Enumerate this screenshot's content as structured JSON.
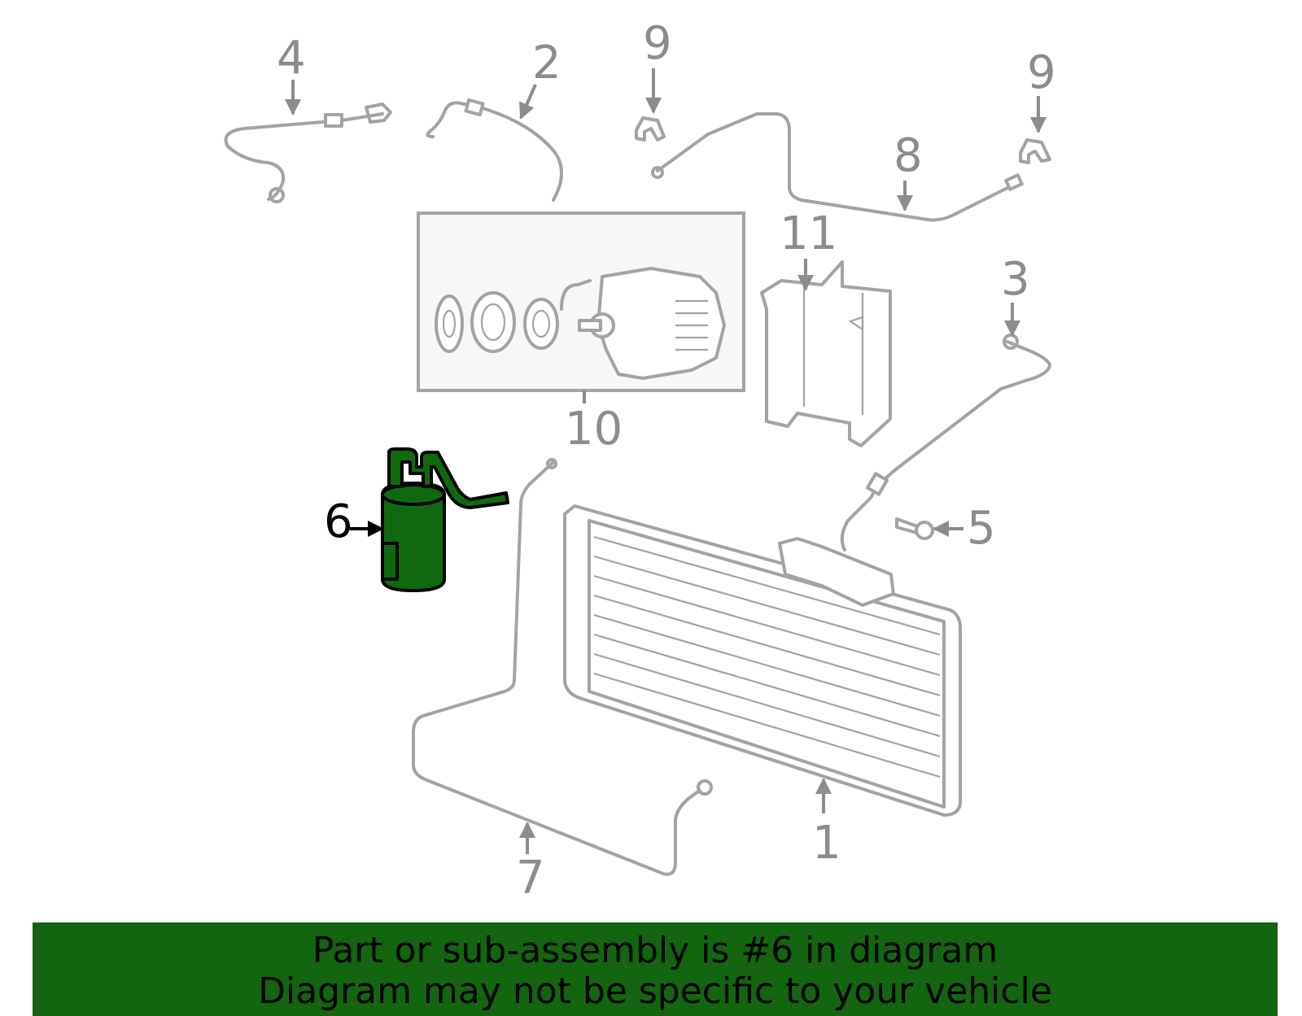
{
  "callouts": [
    {
      "id": "1",
      "label": "1"
    },
    {
      "id": "2",
      "label": "2"
    },
    {
      "id": "3",
      "label": "3"
    },
    {
      "id": "4",
      "label": "4"
    },
    {
      "id": "5",
      "label": "5"
    },
    {
      "id": "6",
      "label": "6"
    },
    {
      "id": "7",
      "label": "7"
    },
    {
      "id": "8",
      "label": "8"
    },
    {
      "id": "9a",
      "label": "9"
    },
    {
      "id": "9b",
      "label": "9"
    },
    {
      "id": "10",
      "label": "10"
    },
    {
      "id": "11",
      "label": "11"
    }
  ],
  "highlight": {
    "part_label": "6",
    "color": "#0f6a0f"
  },
  "banner": {
    "line1": "Part or sub-assembly is #6 in diagram",
    "line2": "Diagram may not be specific to your vehicle",
    "color": "#13650f"
  }
}
